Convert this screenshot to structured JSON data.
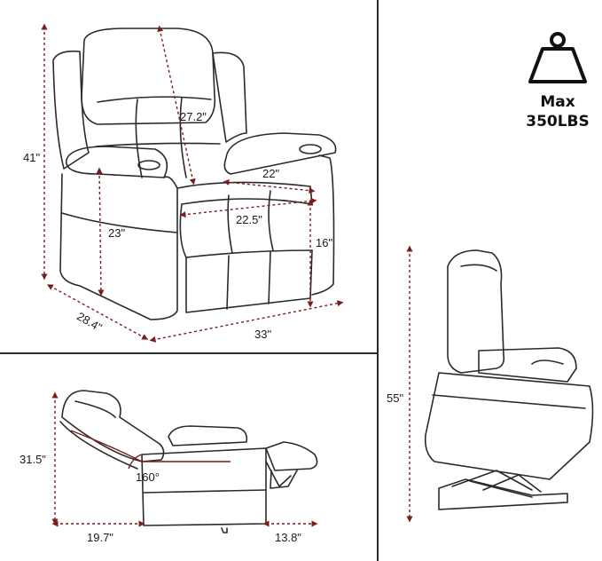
{
  "weight": {
    "icon": "weight-icon",
    "line1": "Max",
    "line2": "350LBS"
  },
  "front_view": {
    "height_total": "41\"",
    "back_height": "27.2\"",
    "seat_height": "23\"",
    "arm_width_inner": "22\"",
    "seat_width": "22.5\"",
    "seat_front_height": "16\"",
    "depth": "28.4\"",
    "width": "33\""
  },
  "recline_view": {
    "height": "31.5\"",
    "angle": "160°",
    "back_clearance": "19.7\"",
    "front_clearance": "13.8\""
  },
  "lift_view": {
    "height": "55\""
  },
  "colors": {
    "line": "#2a2a2a",
    "dimension": "#7a1c1c"
  }
}
